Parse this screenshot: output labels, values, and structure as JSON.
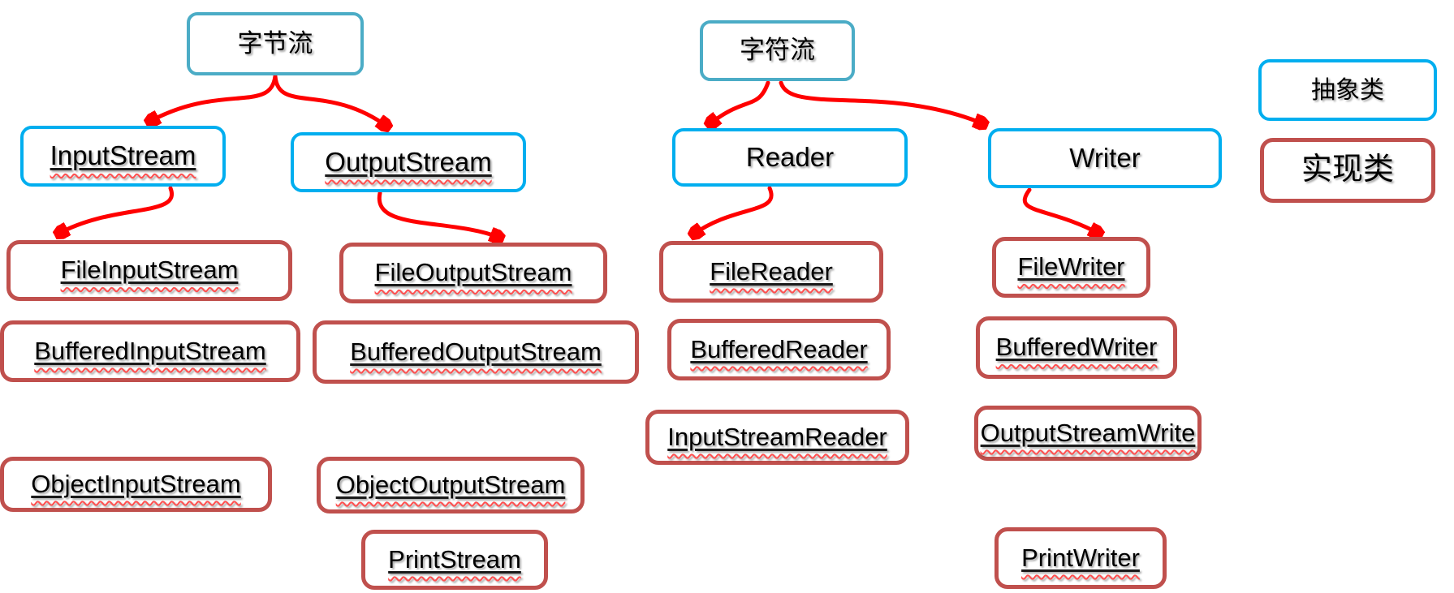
{
  "diagram": {
    "description_colors": {
      "root_border": "#4BACC6",
      "abstract_border": "#00AEEF",
      "implementation_border": "#C0504D",
      "arrow": "#FF0000",
      "text": "#000000",
      "spellcheck_squiggle": "#FF5050"
    },
    "nodes": {
      "byte_stream": {
        "label": "字节流"
      },
      "char_stream": {
        "label": "字符流"
      },
      "input_stream": {
        "label": "InputStream"
      },
      "output_stream": {
        "label": "OutputStream"
      },
      "reader": {
        "label": "Reader"
      },
      "writer": {
        "label": "Writer"
      },
      "legend_abstract": {
        "label": "抽象类"
      },
      "legend_impl": {
        "label": "实现类"
      },
      "file_input_stream": {
        "label": "FileInputStream"
      },
      "file_output_stream": {
        "label": "FileOutputStream"
      },
      "file_reader": {
        "label": "FileReader"
      },
      "file_writer": {
        "label": "FileWriter"
      },
      "buffered_input_stream": {
        "label": "BufferedInputStream"
      },
      "buffered_output_stream": {
        "label": "BufferedOutputStream"
      },
      "buffered_reader": {
        "label": "BufferedReader"
      },
      "buffered_writer": {
        "label": "BufferedWriter"
      },
      "input_stream_reader": {
        "label": "InputStreamReader"
      },
      "output_stream_write": {
        "label": "OutputStreamWrite"
      },
      "object_input_stream": {
        "label": "ObjectInputStream"
      },
      "object_output_stream": {
        "label": "ObjectOutputStream"
      },
      "print_stream": {
        "label": "PrintStream"
      },
      "print_writer": {
        "label": "PrintWriter"
      }
    },
    "edges": [
      {
        "from": "字节流",
        "to": "InputStream"
      },
      {
        "from": "字节流",
        "to": "OutputStream"
      },
      {
        "from": "InputStream",
        "to": "FileInputStream"
      },
      {
        "from": "OutputStream",
        "to": "FileOutputStream"
      },
      {
        "from": "字符流",
        "to": "Reader"
      },
      {
        "from": "字符流",
        "to": "Writer"
      },
      {
        "from": "Reader",
        "to": "FileReader"
      },
      {
        "from": "Writer",
        "to": "FileWriter"
      }
    ]
  }
}
